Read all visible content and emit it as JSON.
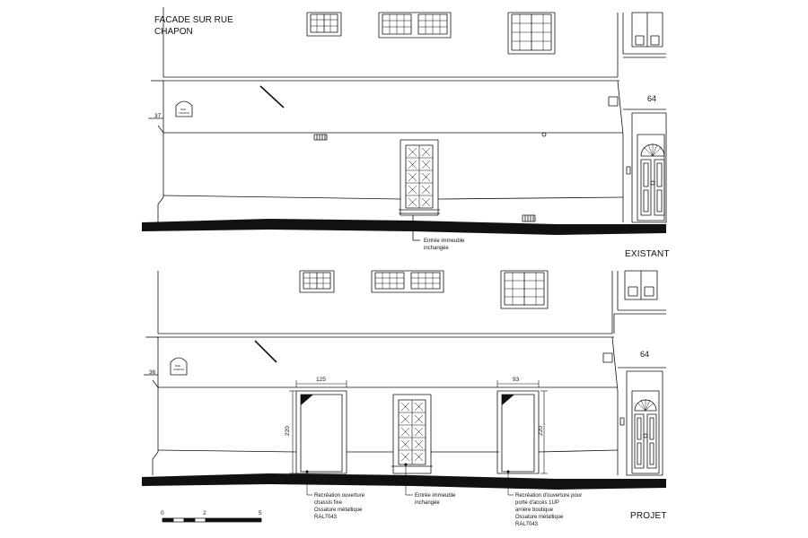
{
  "title": {
    "line1": "FACADE SUR RUE",
    "line2": "CHAPON"
  },
  "existant": {
    "label": "EXISTANT",
    "house_number": "64",
    "level_mark": "37",
    "street_sign": [
      "RUE",
      "CHAPON"
    ],
    "entrance_note": [
      "Entrée immeuble",
      "inchangée"
    ]
  },
  "projet": {
    "label": "PROJET",
    "house_number": "64",
    "level_mark": "36",
    "street_sign": [
      "RUE",
      "CHAPON"
    ],
    "dimensions": {
      "left_opening_width": "125",
      "left_opening_height": "220",
      "right_opening_width": "93",
      "right_opening_height": "220"
    },
    "notes": {
      "left": [
        "Recréation ouverture",
        "chassis fixe",
        "Ossature métallique",
        "RAL7043"
      ],
      "center": [
        "Entrée immeuble",
        "inchangée"
      ],
      "right": [
        "Recréation d'ouverture pour",
        "porte d'accès 1UP",
        "arrière boutique",
        "Ossature métallique",
        "RAL7043"
      ]
    }
  },
  "scale_bar": {
    "ticks": [
      "0",
      "2",
      "5"
    ]
  }
}
